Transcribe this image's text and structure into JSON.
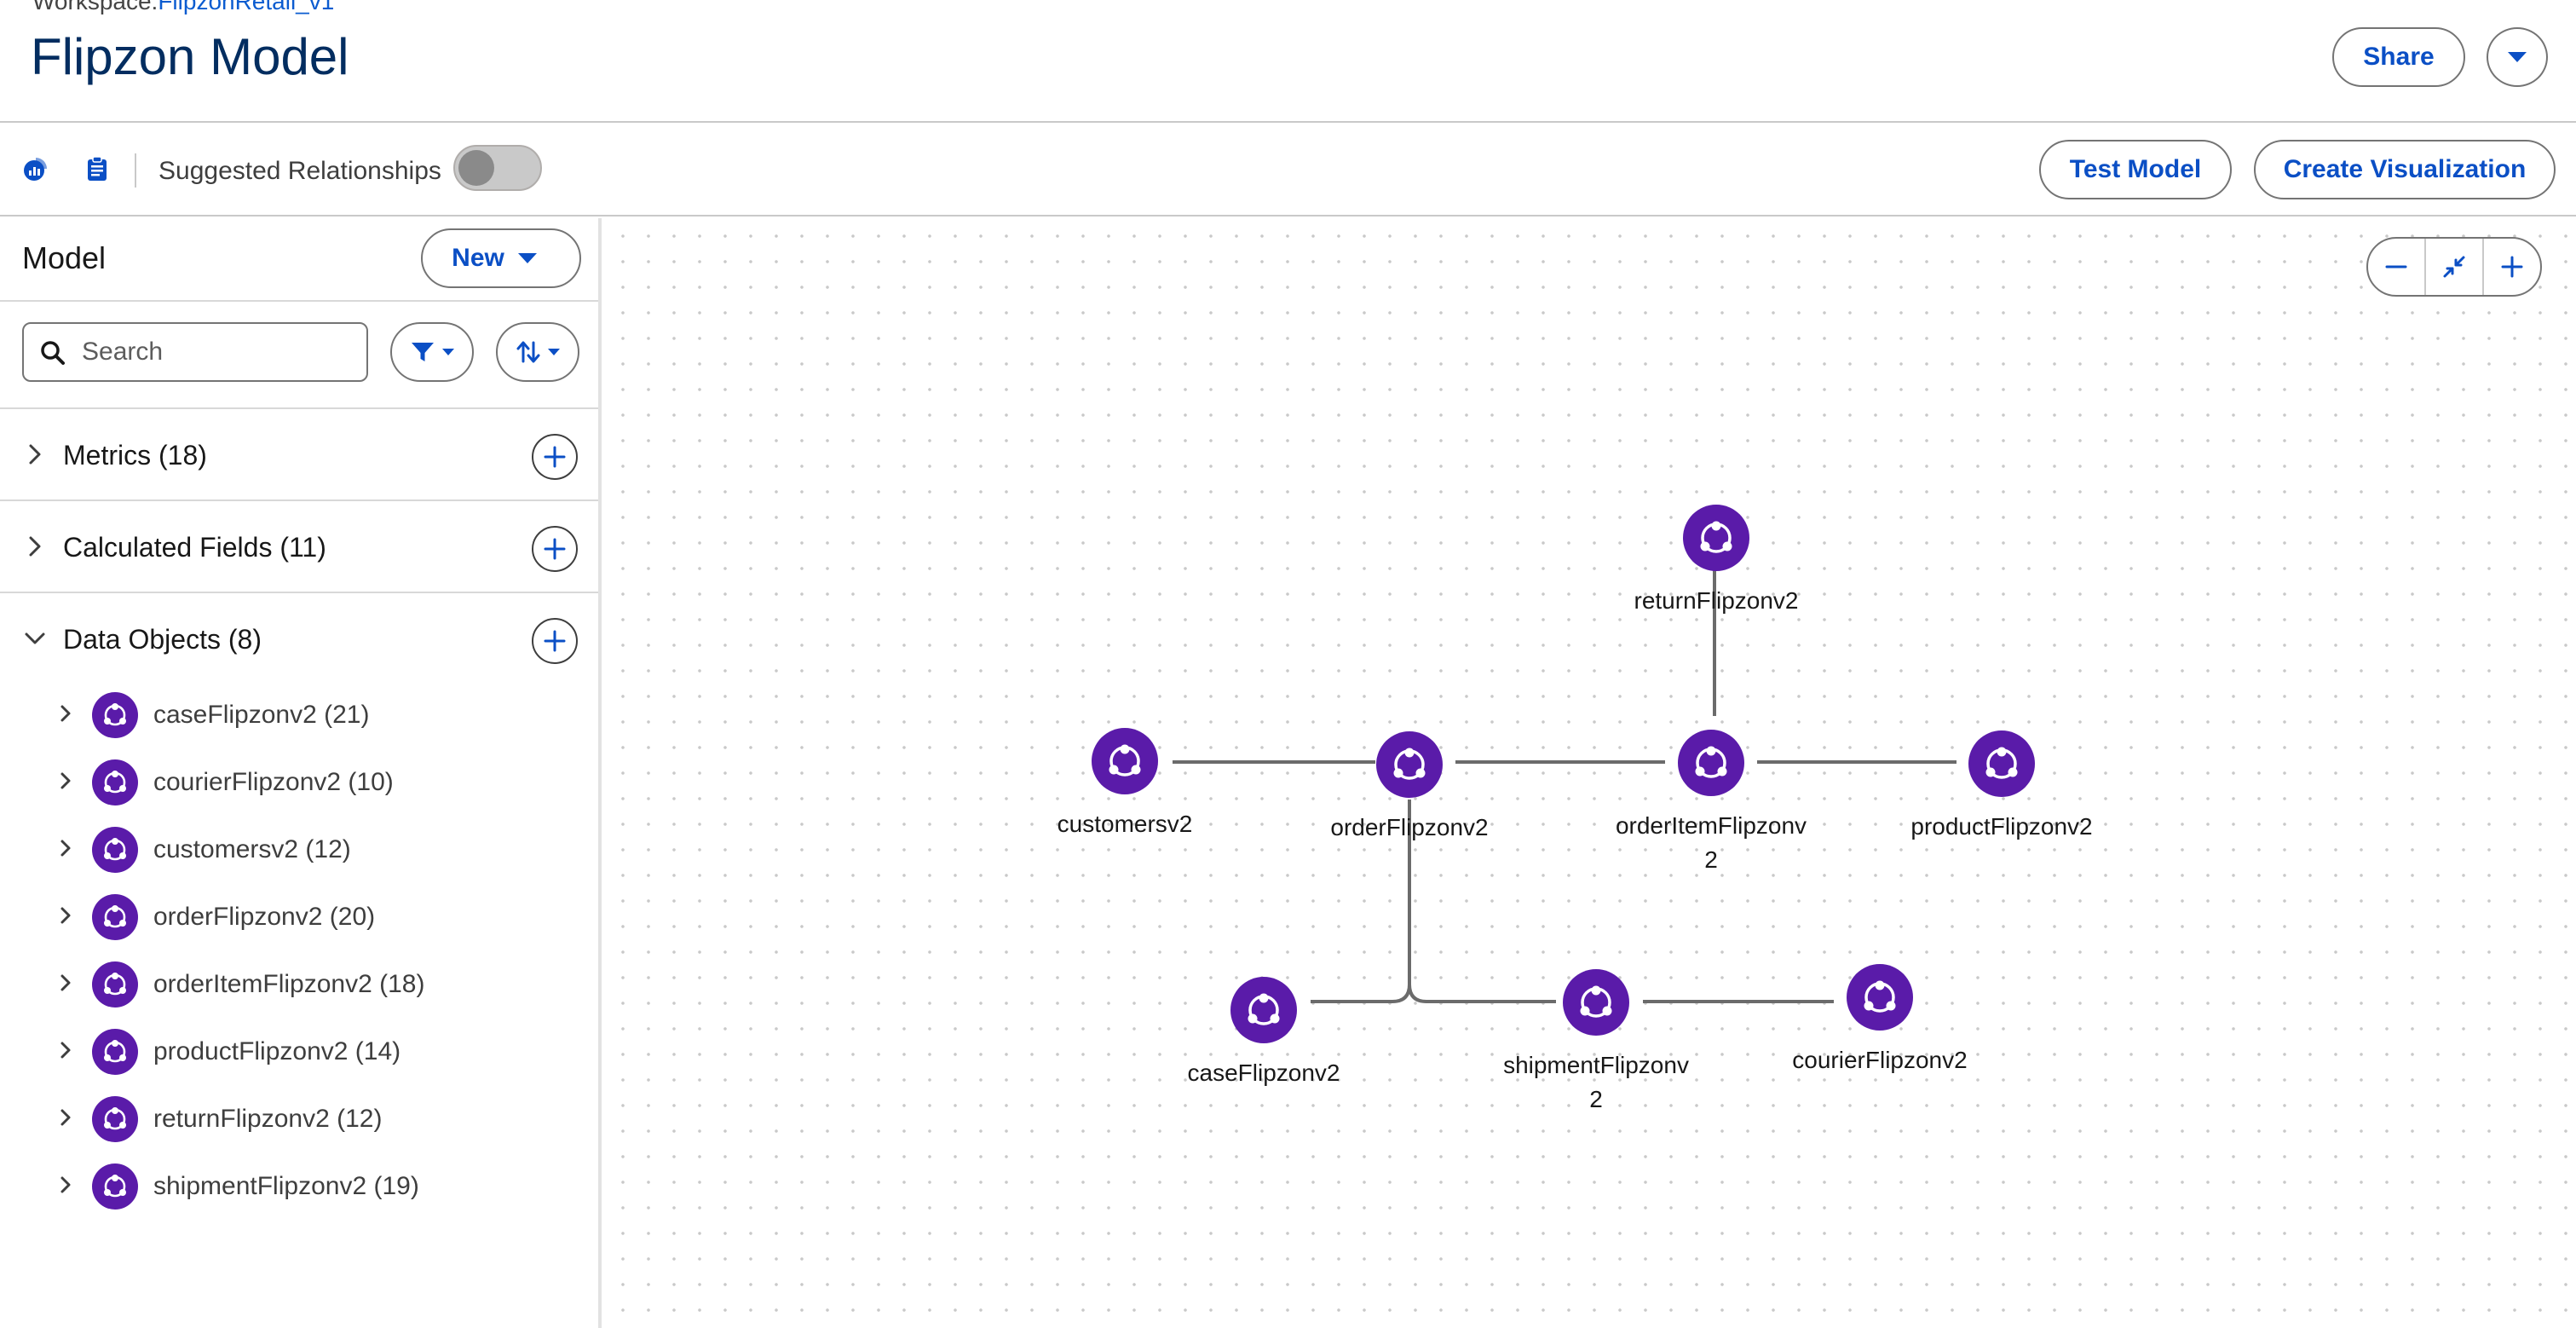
{
  "header": {
    "workspace_prefix": "Workspace:",
    "workspace_name": "FlipzonRetail_v1",
    "title": "Flipzon Model",
    "share_label": "Share"
  },
  "toolbar": {
    "suggested_label": "Suggested Relationships",
    "suggested_enabled": false,
    "test_model_label": "Test Model",
    "create_viz_label": "Create Visualization"
  },
  "panel": {
    "title": "Model",
    "new_label": "New",
    "search_placeholder": "Search",
    "sections": [
      {
        "label": "Metrics (18)",
        "expanded": false
      },
      {
        "label": "Calculated Fields (11)",
        "expanded": false
      },
      {
        "label": "Data Objects (8)",
        "expanded": true
      }
    ],
    "objects": [
      "caseFlipzonv2 (21)",
      "courierFlipzonv2 (10)",
      "customersv2 (12)",
      "orderFlipzonv2 (20)",
      "orderItemFlipzonv2 (18)",
      "productFlipzonv2 (14)",
      "returnFlipzonv2 (12)",
      "shipmentFlipzonv2 (19)"
    ]
  },
  "graph": {
    "nodes": {
      "return": [
        "returnFlipzonv2"
      ],
      "customers": [
        "customersv2"
      ],
      "order": [
        "orderFlipzonv2"
      ],
      "orderItem": [
        "orderItemFlipzonv",
        "2"
      ],
      "product": [
        "productFlipzonv2"
      ],
      "case": [
        "caseFlipzonv2"
      ],
      "shipment": [
        "shipmentFlipzonv",
        "2"
      ],
      "courier": [
        "courierFlipzonv2"
      ]
    }
  },
  "colors": {
    "accent": "#0b4fc5",
    "node": "#5a1ba9",
    "title": "#032d60"
  }
}
